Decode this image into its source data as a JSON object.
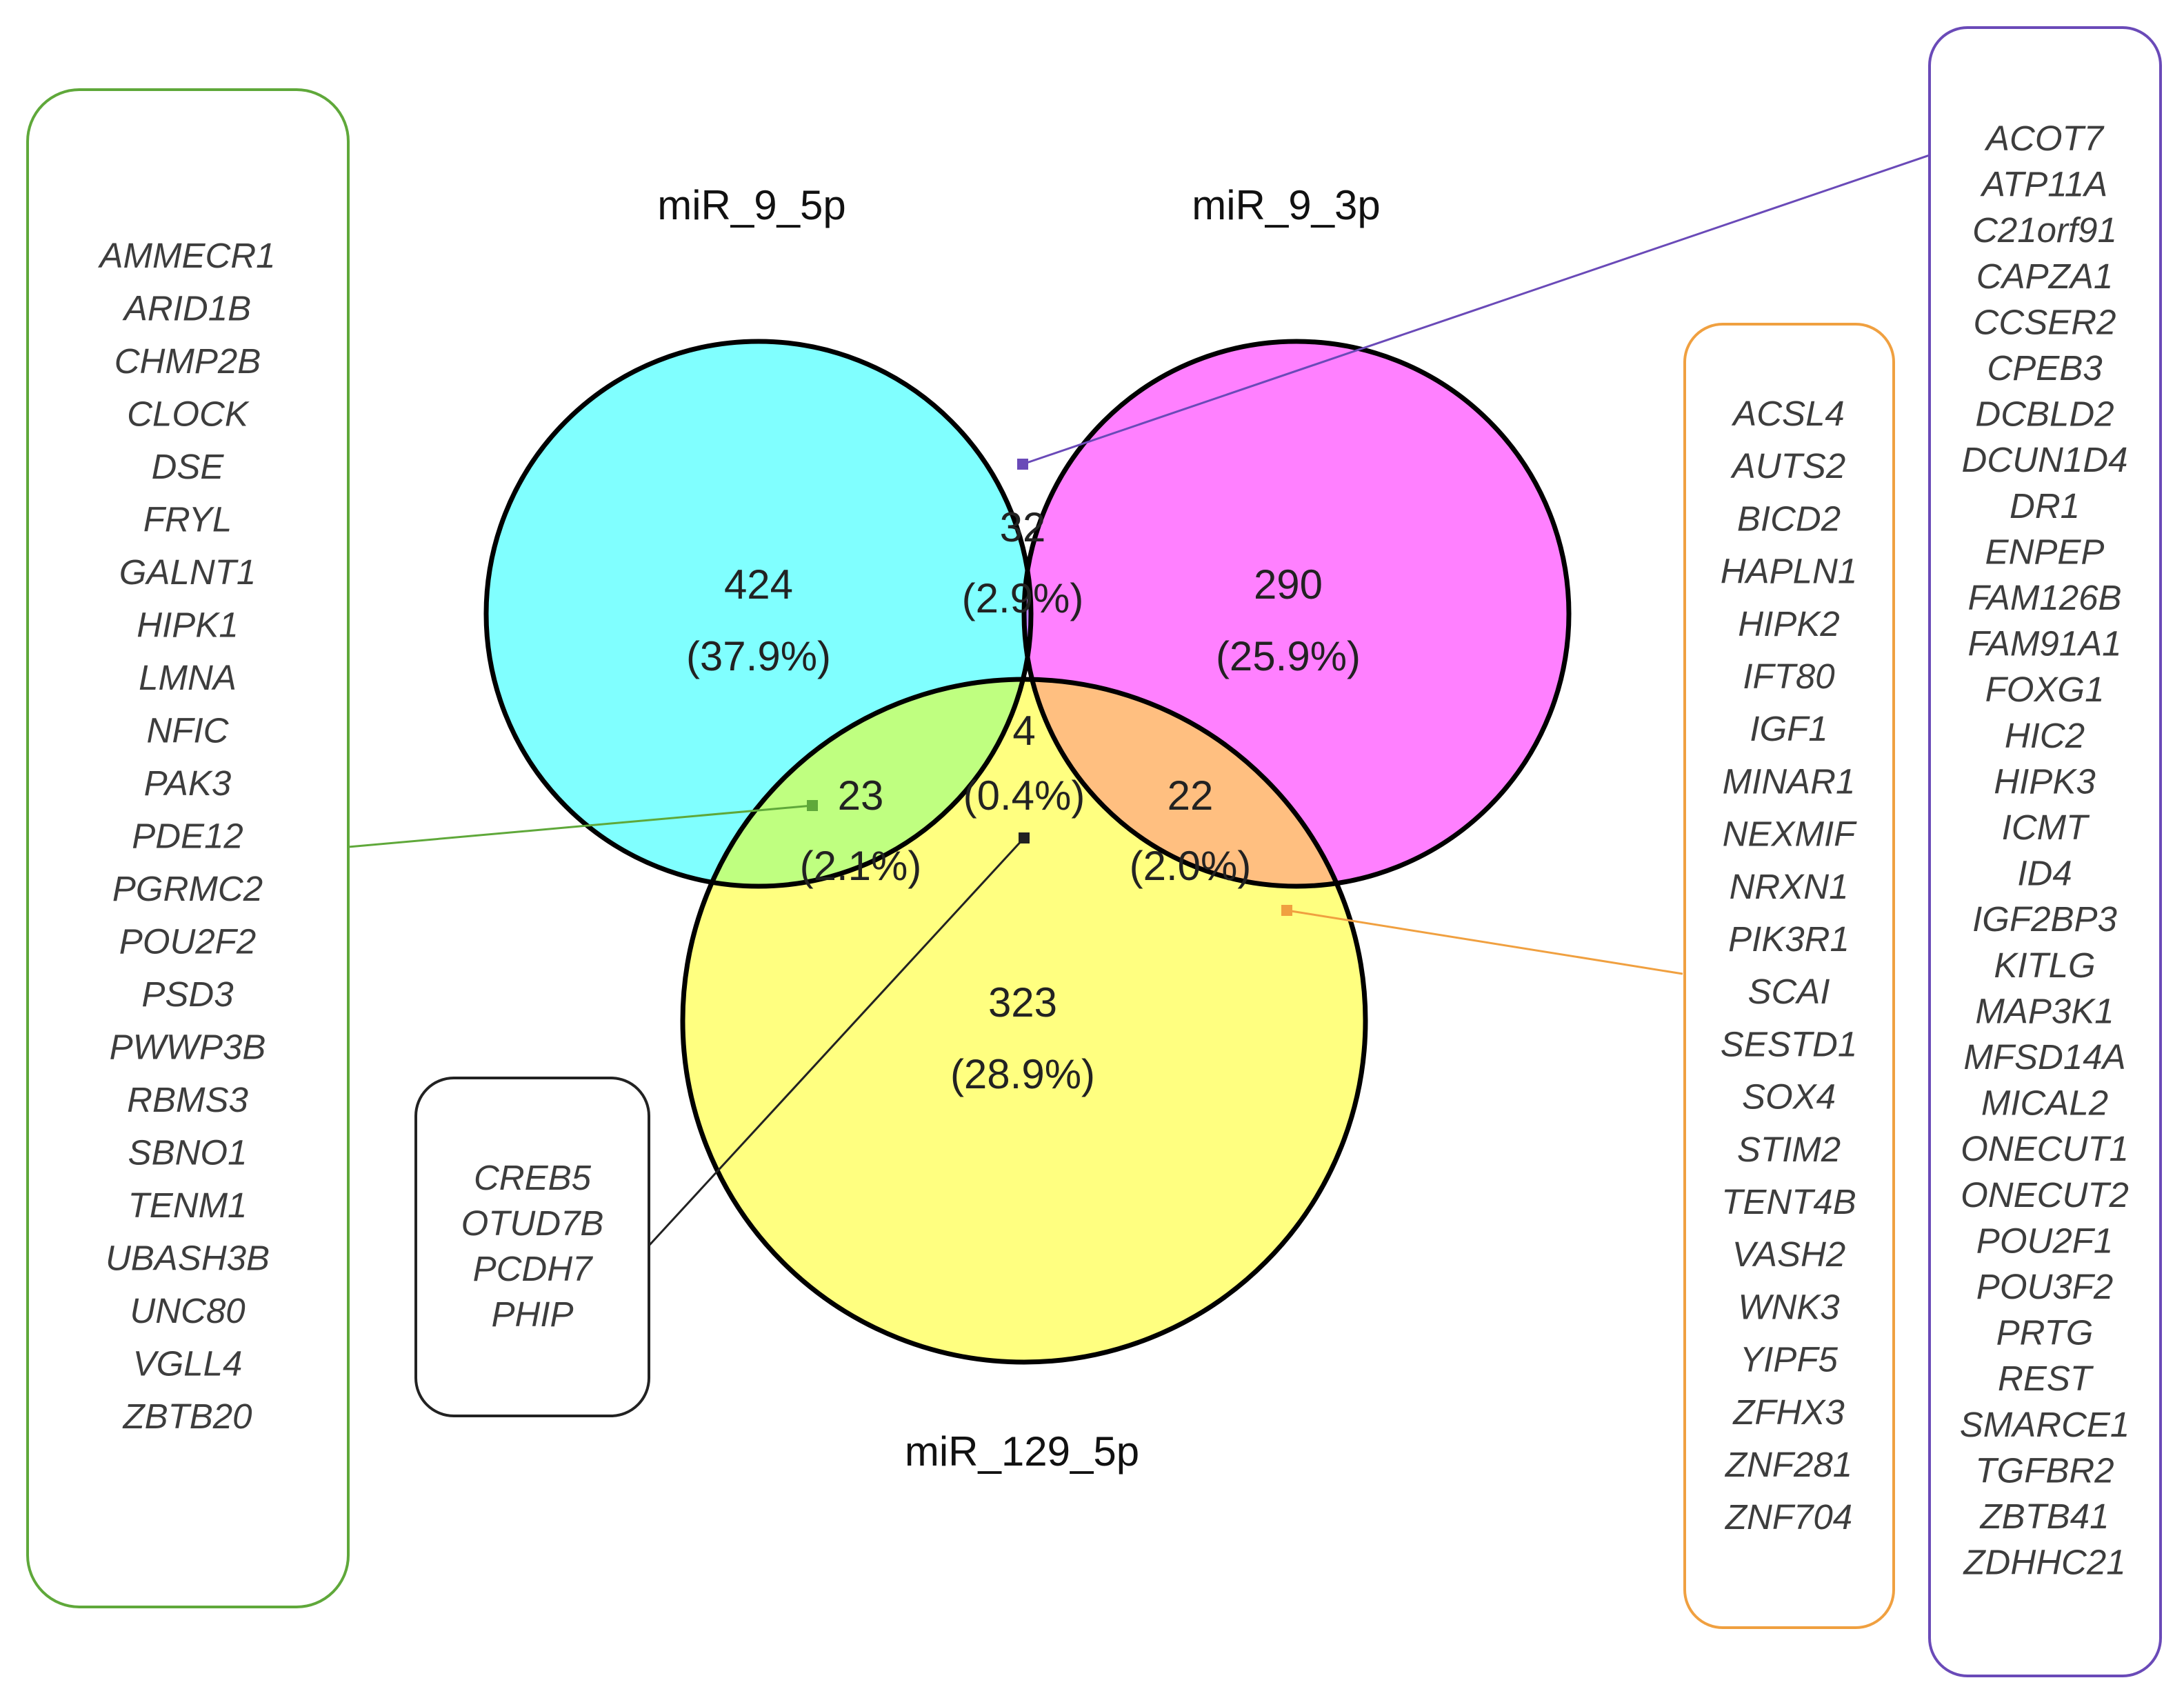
{
  "sets": [
    {
      "key": "a",
      "label": "miR_9_5p",
      "color": "#80ffff"
    },
    {
      "key": "b",
      "label": "miR_9_3p",
      "color": "#ff80ff"
    },
    {
      "key": "c",
      "label": "miR_129_5p",
      "color": "#ffff80"
    }
  ],
  "regions": {
    "a_only": {
      "count": "424",
      "percent": "(37.9%)"
    },
    "b_only": {
      "count": "290",
      "percent": "(25.9%)"
    },
    "c_only": {
      "count": "323",
      "percent": "(28.9%)"
    },
    "ab": {
      "count": "32",
      "percent": "(2.9%)"
    },
    "ac": {
      "count": "23",
      "percent": "(2.1%)"
    },
    "bc": {
      "count": "22",
      "percent": "(2.0%)"
    },
    "abc": {
      "count": "4",
      "percent": "(0.4%)"
    }
  },
  "region_colors": {
    "ab": "#bf80ff",
    "ac": "#bfff80",
    "bc": "#ffbf80",
    "abc": "#dfbf80"
  },
  "gene_lists": {
    "ac": {
      "color": "#5fa83a",
      "genes": [
        "AMMECR1",
        "ARID1B",
        "CHMP2B",
        "CLOCK",
        "DSE",
        "FRYL",
        "GALNT1",
        "HIPK1",
        "LMNA",
        "NFIC",
        "PAK3",
        "PDE12",
        "PGRMC2",
        "POU2F2",
        "PSD3",
        "PWWP3B",
        "RBMS3",
        "SBNO1",
        "TENM1",
        "UBASH3B",
        "UNC80",
        "VGLL4",
        "ZBTB20"
      ]
    },
    "abc": {
      "color": "#222222",
      "genes": [
        "CREB5",
        "OTUD7B",
        "PCDH7",
        "PHIP"
      ]
    },
    "bc": {
      "color": "#f0a040",
      "genes": [
        "ACSL4",
        "AUTS2",
        "BICD2",
        "HAPLN1",
        "HIPK2",
        "IFT80",
        "IGF1",
        "MINAR1",
        "NEXMIF",
        "NRXN1",
        "PIK3R1",
        "SCAI",
        "SESTD1",
        "SOX4",
        "STIM2",
        "TENT4B",
        "VASH2",
        "WNK3",
        "YIPF5",
        "ZFHX3",
        "ZNF281",
        "ZNF704"
      ]
    },
    "ab": {
      "color": "#6a4ab8",
      "genes": [
        "ACOT7",
        "ATP11A",
        "C21orf91",
        "CAPZA1",
        "CCSER2",
        "CPEB3",
        "DCBLD2",
        "DCUN1D4",
        "DR1",
        "ENPEP",
        "FAM126B",
        "FAM91A1",
        "FOXG1",
        "HIC2",
        "HIPK3",
        "ICMT",
        "ID4",
        "IGF2BP3",
        "KITLG",
        "MAP3K1",
        "MFSD14A",
        "MICAL2",
        "ONECUT1",
        "ONECUT2",
        "POU2F1",
        "POU3F2",
        "PRTG",
        "REST",
        "SMARCE1",
        "TGFBR2",
        "ZBTB41",
        "ZDHHC21"
      ]
    }
  }
}
